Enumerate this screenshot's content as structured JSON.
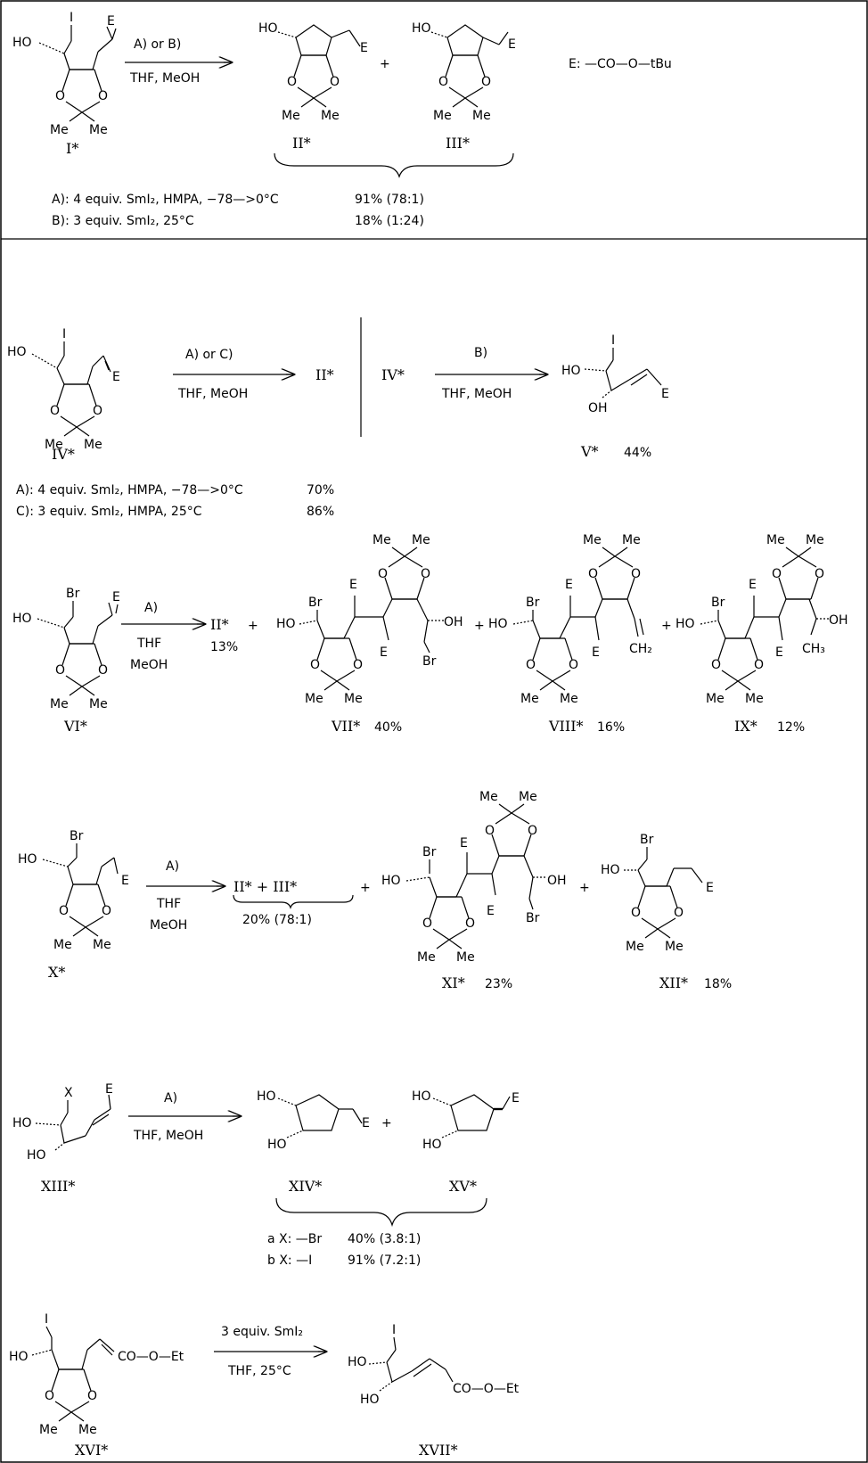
{
  "legend": {
    "e_def": "E: —CO—O—tBu"
  },
  "scheme1": {
    "reagents_top": "A) or B)",
    "solvent": "THF, MeOH",
    "plus": "+",
    "labels": {
      "I": "I*",
      "II": "II*",
      "III": "III*"
    },
    "conditions": [
      {
        "text": "A): 4 equiv. SmI₂, HMPA, −78—>0°C",
        "yield": "91% (78:1)"
      },
      {
        "text": "B): 3 equiv. SmI₂, 25°C",
        "yield": "18% (1:24)"
      }
    ]
  },
  "scheme2": {
    "reagents_left": "A) or C)",
    "solvent": "THF, MeOH",
    "product_left": "II*",
    "start_right": "IV*",
    "reagents_right": "B)",
    "labels": {
      "IV": "IV*",
      "V": "V*",
      "V_yield": "44%"
    },
    "conditions": [
      {
        "text": "A): 4 equiv. SmI₂, HMPA, −78—>0°C",
        "yield": "70%"
      },
      {
        "text": "C): 3 equiv. SmI₂, HMPA, 25°C",
        "yield": "86%"
      }
    ]
  },
  "scheme3": {
    "reagent": "A)",
    "solvent_1": "THF",
    "solvent_2": "MeOH",
    "product_II": "II*",
    "yield_II": "13%",
    "labels": {
      "VI": "VI*",
      "VII": "VII*",
      "VII_yield": "40%",
      "VIII": "VIII*",
      "VIII_yield": "16%",
      "IX": "IX*",
      "IX_yield": "12%"
    }
  },
  "scheme4": {
    "reagent": "A)",
    "solvent_1": "THF",
    "solvent_2": "MeOH",
    "product_mix": "II*  +  III*",
    "mix_yield": "20% (78:1)",
    "labels": {
      "X": "X*",
      "XI": "XI*",
      "XI_yield": "23%",
      "XII": "XII*",
      "XII_yield": "18%"
    }
  },
  "scheme5": {
    "reagent": "A)",
    "solvent": "THF, MeOH",
    "labels": {
      "XIII": "XIII*",
      "XIV": "XIV*",
      "XV": "XV*"
    },
    "conditions": [
      {
        "text": "a X: —Br",
        "yield": "40% (3.8:1)"
      },
      {
        "text": "b X: —I",
        "yield": "91% (7.2:1)"
      }
    ]
  },
  "scheme6": {
    "reagent": "3 equiv. SmI₂",
    "solvent": "THF,   25°C",
    "ester": "CO—O—Et",
    "labels": {
      "XVI": "XVI*",
      "XVII": "XVII*"
    }
  },
  "atoms": {
    "HO": "HO",
    "OH": "OH",
    "O": "O",
    "Me": "Me",
    "E": "E",
    "I": "I",
    "Br": "Br",
    "X": "X",
    "CH2": "CH₂",
    "CH3": "CH₃"
  }
}
